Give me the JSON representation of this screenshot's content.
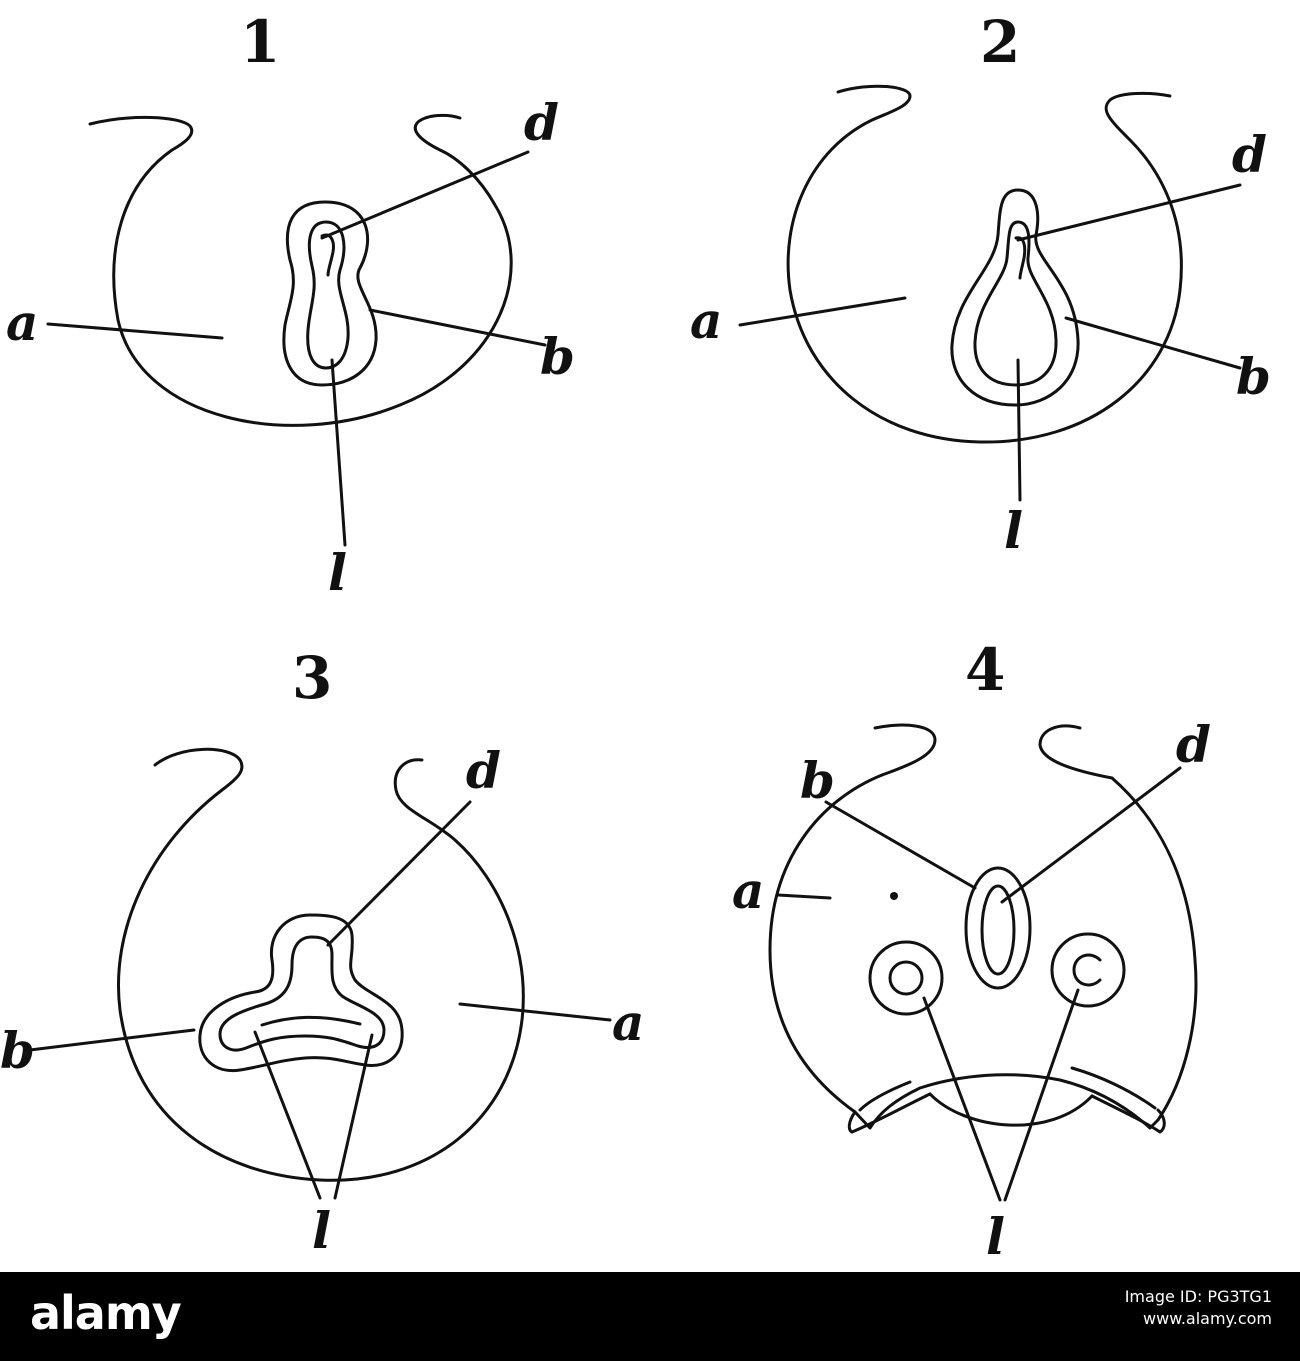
{
  "figures": [
    {
      "number": "1",
      "labels": {
        "a": "a",
        "b": "b",
        "d": "d",
        "l": "l"
      }
    },
    {
      "number": "2",
      "labels": {
        "a": "a",
        "b": "b",
        "d": "d",
        "l": "l"
      }
    },
    {
      "number": "3",
      "labels": {
        "a": "a",
        "b": "b",
        "d": "d",
        "l": "l"
      }
    },
    {
      "number": "4",
      "labels": {
        "a": "a",
        "b": "b",
        "d": "d",
        "l": "l"
      }
    }
  ],
  "footer": {
    "logo": "alamy",
    "image_id_label": "Image ID: PG3TG1",
    "site": "www.alamy.com"
  },
  "colors": {
    "ink": "#111111",
    "footer_bg": "#000000",
    "footer_text": "#ffffff"
  }
}
